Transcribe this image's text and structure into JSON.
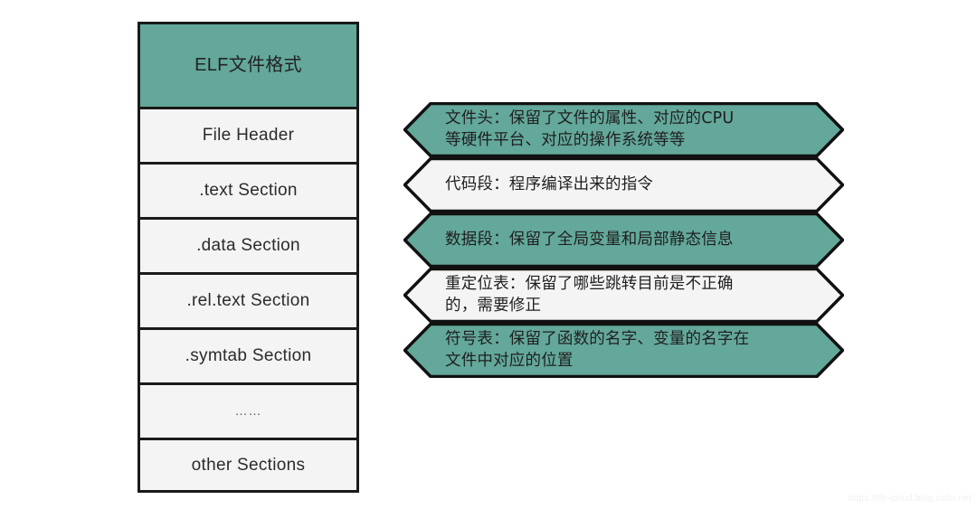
{
  "diagram": {
    "title": "ELF文件格式",
    "colors": {
      "accent_teal": "#63a89a",
      "box_fill": "#f4f4f4",
      "stroke": "#1a1a1a",
      "background": "#ffffff"
    },
    "elf_stack": {
      "header_label": "ELF文件格式",
      "rows": [
        {
          "label": "File Header",
          "style": "plain"
        },
        {
          "label": ".text Section",
          "style": "plain"
        },
        {
          "label": ".data Section",
          "style": "plain"
        },
        {
          "label": ".rel.text Section",
          "style": "plain"
        },
        {
          "label": ".symtab Section",
          "style": "plain"
        },
        {
          "label": "……",
          "style": "ellipsis"
        },
        {
          "label": "other Sections",
          "style": "plain"
        }
      ]
    },
    "banners": [
      {
        "text": "文件头：保留了文件的属性、对应的CPU\n等硬件平台、对应的操作系统等等",
        "fill": "teal"
      },
      {
        "text": "代码段：程序编译出来的指令",
        "fill": "light"
      },
      {
        "text": "数据段：保留了全局变量和局部静态信息",
        "fill": "teal"
      },
      {
        "text": "重定位表：保留了哪些跳转目前是不正确\n的，需要修正",
        "fill": "light"
      },
      {
        "text": "符号表：保留了函数的名字、变量的名字在\n文件中对应的位置",
        "fill": "teal"
      }
    ],
    "watermark": "https://lfe-cloud.blog.csdn.net"
  }
}
